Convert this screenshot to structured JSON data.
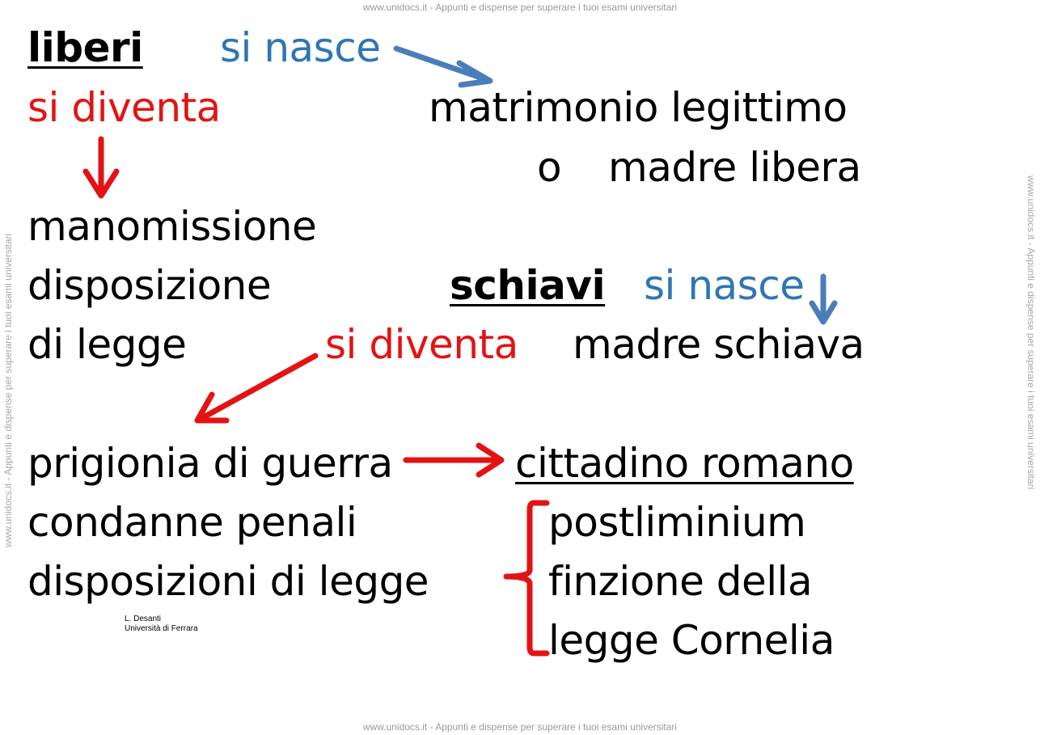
{
  "watermark": {
    "top": "www.unidocs.it - Appunti e dispense per superare i tuoi esami universitari",
    "bottom": "www.unidocs.it - Appunti e dispense per superare i tuoi esami universitari",
    "side": "www.unidocs.it - Appunti e dispense per superare i tuoi esami universitari"
  },
  "liberi": {
    "heading": "liberi",
    "si_nasce": "si nasce",
    "si_diventa": "si diventa",
    "nasce_line1": "matrimonio legittimo",
    "nasce_line2_o": "o",
    "nasce_line2": "madre libera",
    "diventa_items": [
      "manomissione",
      "disposizione",
      "di legge"
    ]
  },
  "schiavi": {
    "heading": "schiavi",
    "si_nasce": "si nasce",
    "nasce_value": "madre schiava",
    "si_diventa": "si diventa",
    "diventa_items": [
      "prigionia di guerra",
      "condanne penali",
      "disposizioni di legge"
    ]
  },
  "cittadino": {
    "heading": "cittadino romano",
    "items": [
      "postliminium",
      "finzione della",
      "legge Cornelia"
    ]
  },
  "credit": {
    "author": "L. Desanti",
    "university": "Università di Ferrara"
  },
  "colors": {
    "blue": "#2e75b6",
    "red": "#e31313",
    "arrow_blue": "#4a7ebb"
  }
}
